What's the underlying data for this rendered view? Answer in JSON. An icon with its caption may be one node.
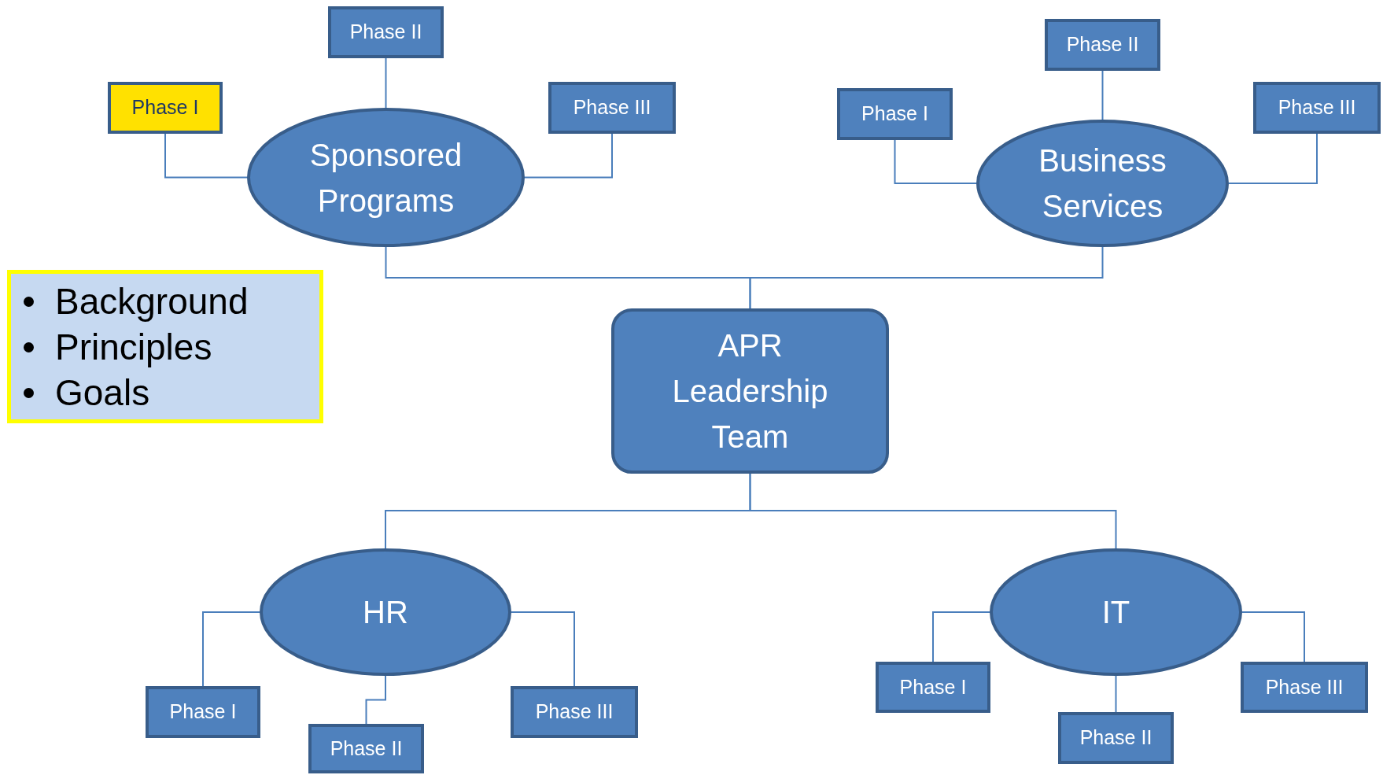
{
  "diagram": {
    "nodes": [
      {
        "text": [
          "APR Leadership Team"
        ]
      },
      {
        "text": [
          "Sponsored Programs"
        ]
      },
      {
        "text": [
          "Phase I"
        ]
      },
      {
        "text": [
          "Phase II"
        ]
      },
      {
        "text": [
          "Phase III"
        ]
      },
      {
        "text": [
          "Business Services"
        ]
      },
      {
        "text": [
          "Phase I"
        ]
      },
      {
        "text": [
          "Phase II"
        ]
      },
      {
        "text": [
          "Phase III"
        ]
      },
      {
        "text": [
          "HR"
        ]
      },
      {
        "text": [
          "Phase I"
        ]
      },
      {
        "text": [
          "Phase II"
        ]
      },
      {
        "text": [
          "Phase III"
        ]
      },
      {
        "text": [
          "IT"
        ]
      },
      {
        "text": [
          "Phase I"
        ]
      },
      {
        "text": [
          "Phase II"
        ]
      },
      {
        "text": [
          "Phase III"
        ]
      },
      {
        "text": [
          "Background",
          "Principles",
          "Goals"
        ]
      }
    ],
    "edges": [
      {
        "from": 0,
        "to": 1,
        "arrow": "none"
      },
      {
        "from": 0,
        "to": 5,
        "arrow": "none"
      },
      {
        "from": 0,
        "to": 9,
        "arrow": "none"
      },
      {
        "from": 0,
        "to": 13,
        "arrow": "none"
      },
      {
        "from": 1,
        "to": 2,
        "arrow": "none"
      },
      {
        "from": 1,
        "to": 3,
        "arrow": "none"
      },
      {
        "from": 1,
        "to": 4,
        "arrow": "none"
      },
      {
        "from": 5,
        "to": 6,
        "arrow": "none"
      },
      {
        "from": 5,
        "to": 7,
        "arrow": "none"
      },
      {
        "from": 5,
        "to": 8,
        "arrow": "none"
      },
      {
        "from": 9,
        "to": 10,
        "arrow": "none"
      },
      {
        "from": 9,
        "to": 11,
        "arrow": "none"
      },
      {
        "from": 9,
        "to": 12,
        "arrow": "none"
      },
      {
        "from": 13,
        "to": 14,
        "arrow": "none"
      },
      {
        "from": 13,
        "to": 15,
        "arrow": "none"
      },
      {
        "from": 13,
        "to": 16,
        "arrow": "none"
      }
    ]
  }
}
